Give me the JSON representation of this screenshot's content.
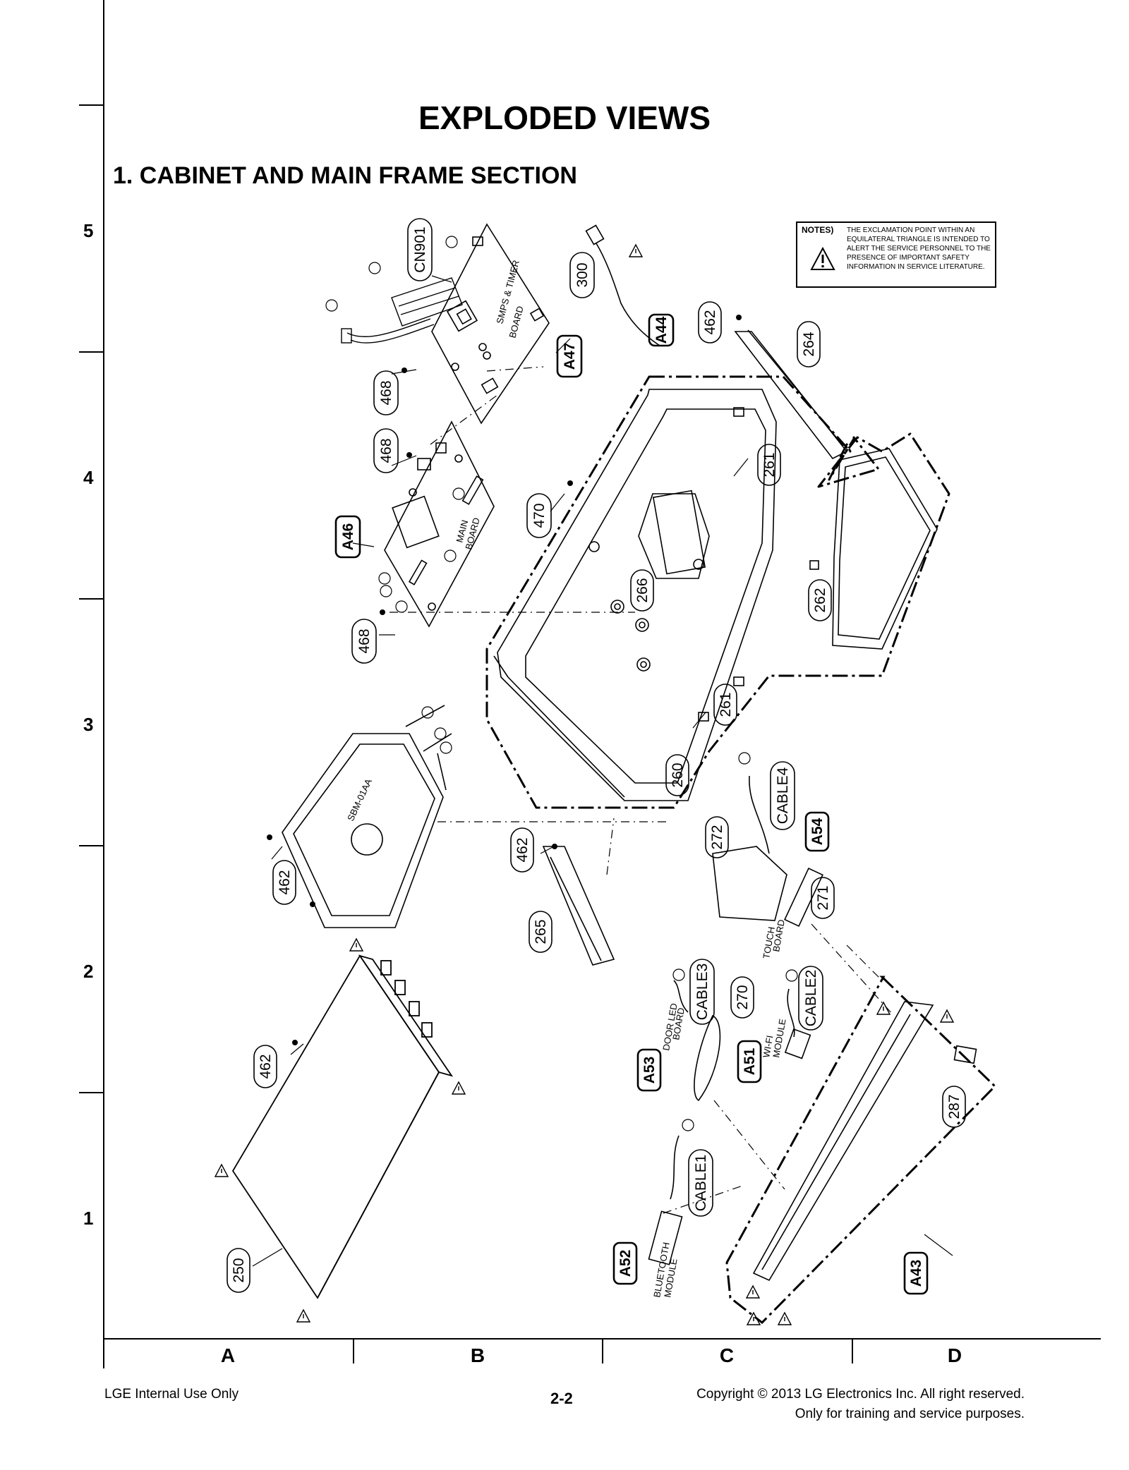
{
  "title": "EXPLODED VIEWS",
  "section_title": "1. CABINET AND MAIN FRAME SECTION",
  "grid": {
    "rows": [
      "5",
      "4",
      "3",
      "2",
      "1"
    ],
    "columns": [
      "A",
      "B",
      "C",
      "D"
    ]
  },
  "notes": {
    "heading": "NOTES)",
    "text": "THE EXCLAMATION POINT WITHIN AN EQUILATERAL TRIANGLE IS INTENDED TO ALERT THE SERVICE PERSONNEL TO THE PRESENCE OF IMPORTANT SAFETY INFORMATION IN SERVICE LITERATURE."
  },
  "part_labels": {
    "cn901": "CN901",
    "p300": "300",
    "a44": "A44",
    "p462_top": "462",
    "p264": "264",
    "a47": "A47",
    "p468_a": "468",
    "p468_b": "468",
    "p468_c": "468",
    "p470": "470",
    "p261_a": "261",
    "p261_b": "261",
    "a46": "A46",
    "p266": "266",
    "p262": "262",
    "p260": "260",
    "cable4": "CABLE4",
    "a54": "A54",
    "p272": "272",
    "p271": "271",
    "p462_b": "462",
    "p462_c": "462",
    "p265": "265",
    "cable3": "CABLE3",
    "p270": "270",
    "cable2": "CABLE2",
    "a53": "A53",
    "a51": "A51",
    "p462_d": "462",
    "p287": "287",
    "cable1": "CABLE1",
    "p250": "250",
    "a52": "A52",
    "a43": "A43"
  },
  "board_texts": {
    "smps": "SMPS & TIMER",
    "smps2": "BOARD",
    "main": "MAIN",
    "main2": "BOARD",
    "sbm": "SBM-01AA",
    "touch": "TOUCH",
    "touch2": "BOARD",
    "door": "DOOR LED",
    "door2": "BOARD",
    "wifi": "WI-FI",
    "wifi2": "MODULE",
    "bt": "BLUETOOTH",
    "bt2": "MODULE"
  },
  "footer": {
    "left": "LGE Internal Use Only",
    "page": "2-2",
    "right1": "Copyright © 2013 LG Electronics Inc. All right reserved.",
    "right2": "Only for training and service purposes."
  }
}
